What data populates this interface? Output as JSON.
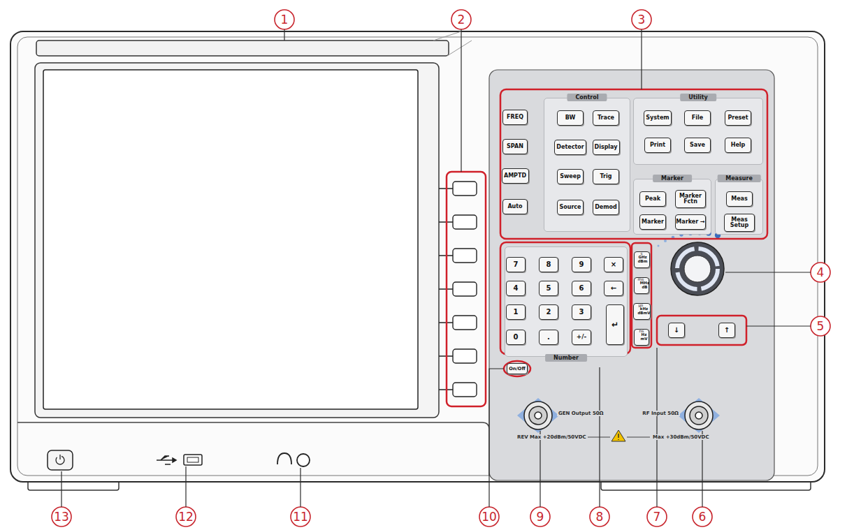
{
  "diagram": {
    "nodes": [
      {
        "text": [
          "FREQ"
        ]
      },
      {
        "text": [
          "SPAN"
        ]
      },
      {
        "text": [
          "AMPTD"
        ]
      },
      {
        "text": [
          "Auto"
        ]
      },
      {
        "text": [
          "Control"
        ]
      },
      {
        "text": [
          "BW"
        ],
        "in": 4
      },
      {
        "text": [
          "Trace"
        ],
        "in": 4
      },
      {
        "text": [
          "Detector"
        ],
        "in": 4
      },
      {
        "text": [
          "Display"
        ],
        "in": 4
      },
      {
        "text": [
          "Sweep"
        ],
        "in": 4
      },
      {
        "text": [
          "Trig"
        ],
        "in": 4
      },
      {
        "text": [
          "Source"
        ],
        "in": 4
      },
      {
        "text": [
          "Demod"
        ],
        "in": 4
      },
      {
        "text": [
          "Utility"
        ]
      },
      {
        "text": [
          "System"
        ],
        "in": 13
      },
      {
        "text": [
          "File"
        ],
        "in": 13
      },
      {
        "text": [
          "Preset"
        ],
        "in": 13
      },
      {
        "text": [
          "Print"
        ],
        "in": 13
      },
      {
        "text": [
          "Save"
        ],
        "in": 13
      },
      {
        "text": [
          "Help"
        ],
        "in": 13
      },
      {
        "text": [
          "Marker"
        ]
      },
      {
        "text": [
          "Peak"
        ],
        "in": 20
      },
      {
        "text": [
          "Marker Fctn"
        ],
        "in": 20
      },
      {
        "text": [
          "Marker"
        ],
        "in": 20
      },
      {
        "text": [
          "Marker →"
        ],
        "in": 20
      },
      {
        "text": [
          "Measure"
        ]
      },
      {
        "text": [
          "Meas"
        ],
        "in": 25
      },
      {
        "text": [
          "Meas Setup"
        ],
        "in": 25
      },
      {
        "text": [
          "Number"
        ]
      },
      {
        "text": [
          "7"
        ],
        "in": 28
      },
      {
        "text": [
          "8"
        ],
        "in": 28
      },
      {
        "text": [
          "9"
        ],
        "in": 28
      },
      {
        "text": [
          "×"
        ],
        "in": 28
      },
      {
        "text": [
          "4"
        ],
        "in": 28
      },
      {
        "text": [
          "5"
        ],
        "in": 28
      },
      {
        "text": [
          "6"
        ],
        "in": 28
      },
      {
        "text": [
          "←"
        ],
        "in": 28
      },
      {
        "text": [
          "1"
        ],
        "in": 28
      },
      {
        "text": [
          "2"
        ],
        "in": 28
      },
      {
        "text": [
          "3"
        ],
        "in": 28
      },
      {
        "text": [
          "↵"
        ],
        "in": 28
      },
      {
        "text": [
          "0"
        ],
        "in": 28
      },
      {
        "text": [
          "."
        ],
        "in": 28
      },
      {
        "text": [
          "+/-"
        ],
        "in": 28
      },
      {
        "text": [
          "s",
          "GHz dBm"
        ]
      },
      {
        "text": [
          "ms",
          "MHz dB"
        ]
      },
      {
        "text": [
          "µs",
          "kHz dBmV"
        ]
      },
      {
        "text": [
          "ns",
          "Hz mV"
        ]
      },
      {
        "text": [
          "↓"
        ]
      },
      {
        "text": [
          "↑"
        ]
      },
      {
        "text": [
          "On/Off"
        ]
      }
    ],
    "labels": [
      "1",
      "2",
      "3",
      "4",
      "5",
      "6",
      "7",
      "8",
      "9",
      "10",
      "11",
      "12",
      "13",
      "GEN Output 50Ω",
      "RF Input 50Ω",
      "REV Max +20dBm/50VDC",
      "Max +30dBm/50VDC"
    ]
  }
}
